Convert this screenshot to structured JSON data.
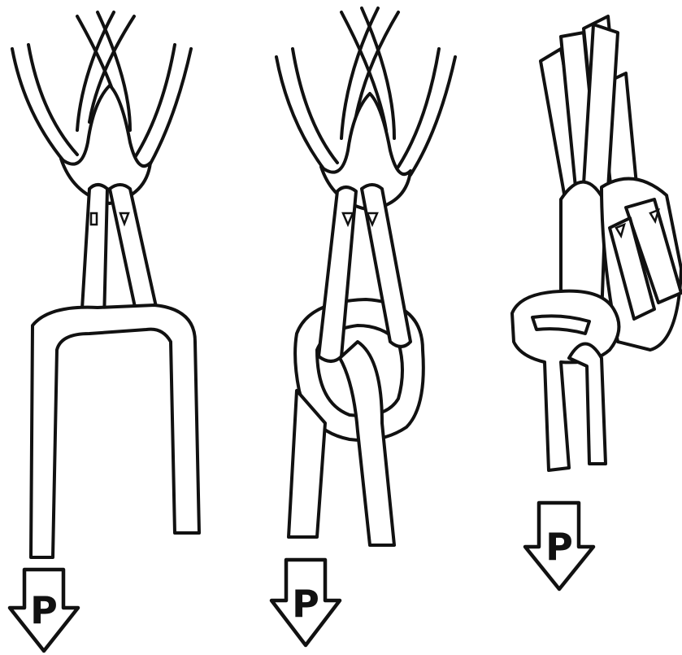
{
  "figure": {
    "panels": [
      {
        "load_label": "P"
      },
      {
        "load_label": "P"
      },
      {
        "load_label": "P"
      }
    ]
  },
  "colors": {
    "ink": "#111111",
    "paper": "#ffffff"
  },
  "icons": [
    "down-arrow-icon"
  ]
}
